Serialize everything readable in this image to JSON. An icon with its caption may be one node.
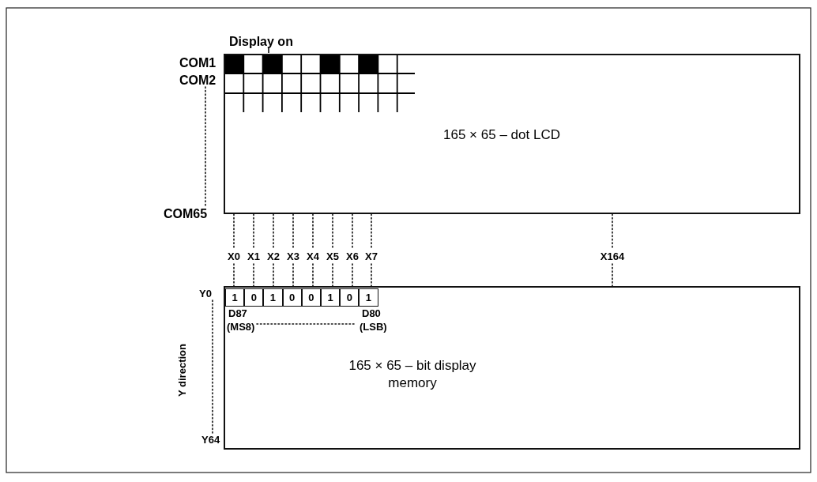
{
  "diagram": {
    "nodes": [
      {
        "text": [
          "165 × 65 – dot LCD"
        ]
      },
      {
        "text": [
          "165 × 65 – bit display memory"
        ]
      },
      {
        "text": [
          "1"
        ],
        "in": 1
      },
      {
        "text": [
          "0"
        ],
        "in": 1
      },
      {
        "text": [
          "1"
        ],
        "in": 1
      },
      {
        "text": [
          "0"
        ],
        "in": 1
      },
      {
        "text": [
          "0"
        ],
        "in": 1
      },
      {
        "text": [
          "1"
        ],
        "in": 1
      },
      {
        "text": [
          "0"
        ],
        "in": 1
      },
      {
        "text": [
          "1"
        ],
        "in": 1
      },
      {
        "text": [
          "X0"
        ]
      },
      {
        "text": [
          "X1"
        ]
      },
      {
        "text": [
          "X2"
        ]
      },
      {
        "text": [
          "X3"
        ]
      },
      {
        "text": [
          "X4"
        ]
      },
      {
        "text": [
          "X5"
        ]
      },
      {
        "text": [
          "X6"
        ]
      },
      {
        "text": [
          "X7"
        ]
      },
      {
        "text": [
          "X164"
        ]
      }
    ],
    "edges": [
      {
        "from": 0,
        "to": 10,
        "arrow": "none",
        "style": "dashed"
      },
      {
        "from": 0,
        "to": 11,
        "arrow": "none",
        "style": "dashed"
      },
      {
        "from": 0,
        "to": 12,
        "arrow": "none",
        "style": "dashed"
      },
      {
        "from": 0,
        "to": 13,
        "arrow": "none",
        "style": "dashed"
      },
      {
        "from": 0,
        "to": 14,
        "arrow": "none",
        "style": "dashed"
      },
      {
        "from": 0,
        "to": 15,
        "arrow": "none",
        "style": "dashed"
      },
      {
        "from": 0,
        "to": 16,
        "arrow": "none",
        "style": "dashed"
      },
      {
        "from": 0,
        "to": 17,
        "arrow": "none",
        "style": "dashed"
      },
      {
        "from": 0,
        "to": 18,
        "arrow": "none",
        "style": "dashed"
      },
      {
        "from": 10,
        "to": 2,
        "arrow": "none",
        "style": "dashed"
      },
      {
        "from": 11,
        "to": 3,
        "arrow": "none",
        "style": "dashed"
      },
      {
        "from": 12,
        "to": 4,
        "arrow": "none",
        "style": "dashed"
      },
      {
        "from": 13,
        "to": 5,
        "arrow": "none",
        "style": "dashed"
      },
      {
        "from": 14,
        "to": 6,
        "arrow": "none",
        "style": "dashed"
      },
      {
        "from": 15,
        "to": 7,
        "arrow": "none",
        "style": "dashed"
      },
      {
        "from": 16,
        "to": 8,
        "arrow": "none",
        "style": "dashed"
      },
      {
        "from": 17,
        "to": 9,
        "arrow": "none",
        "style": "dashed"
      },
      {
        "from": 18,
        "to": 1,
        "arrow": "none",
        "style": "dashed"
      }
    ],
    "labels": [
      "Display on",
      "COM1",
      "COM2",
      "COM65",
      "Y0",
      "D87",
      "D80",
      "(MS8)",
      "(LSB)",
      "Y direction",
      "Y64"
    ]
  }
}
